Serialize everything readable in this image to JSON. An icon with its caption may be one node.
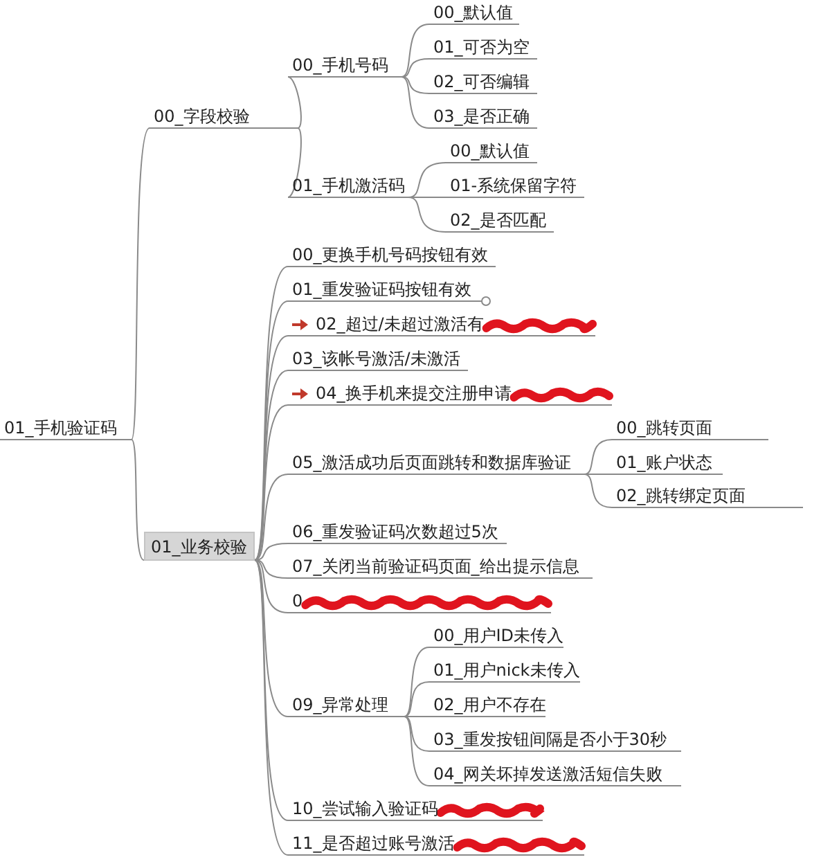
{
  "diagram": {
    "nodes": [
      {
        "text": [
          "01_手机验证码"
        ]
      },
      {
        "text": [
          "00_字段校验"
        ]
      },
      {
        "text": [
          "00_手机号码"
        ]
      },
      {
        "text": [
          "00_默认值"
        ]
      },
      {
        "text": [
          "01_可否为空"
        ]
      },
      {
        "text": [
          "02_可否编辑"
        ]
      },
      {
        "text": [
          "03_是否正确"
        ]
      },
      {
        "text": [
          "01_手机激活码"
        ]
      },
      {
        "text": [
          "00_默认值"
        ]
      },
      {
        "text": [
          "01-系统保留字符"
        ]
      },
      {
        "text": [
          "02_是否匹配"
        ]
      },
      {
        "text": [
          "01_业务校验"
        ]
      },
      {
        "text": [
          "00_更换手机号码按钮有效"
        ]
      },
      {
        "text": [
          "01_重发验证码按钮有效"
        ]
      },
      {
        "text": [
          "02_超过/未超过激活有"
        ]
      },
      {
        "text": [
          "03_该帐号激活/未激活"
        ]
      },
      {
        "text": [
          "04_换手机来提交注册申请"
        ]
      },
      {
        "text": [
          "05_激活成功后页面跳转和数据库验证"
        ]
      },
      {
        "text": [
          "00_跳转页面"
        ]
      },
      {
        "text": [
          "01_账户状态"
        ]
      },
      {
        "text": [
          "02_跳转绑定页面"
        ]
      },
      {
        "text": [
          "06_重发验证码次数超过5次"
        ]
      },
      {
        "text": [
          "07_关闭当前验证码页面_给出提示信息"
        ]
      },
      {
        "text": [
          "0"
        ]
      },
      {
        "text": [
          "09_异常处理"
        ]
      },
      {
        "text": [
          "00_用户ID未传入"
        ]
      },
      {
        "text": [
          "01_用户nick未传入"
        ]
      },
      {
        "text": [
          "02_用户不存在"
        ]
      },
      {
        "text": [
          "03_重发按钮间隔是否小于30秒"
        ]
      },
      {
        "text": [
          "04_网关坏掉发送激活短信失败"
        ]
      },
      {
        "text": [
          "10_尝试输入验证码"
        ]
      },
      {
        "text": [
          "11_是否超过账号激活"
        ]
      }
    ],
    "edges": [
      {
        "from": 0,
        "to": 1,
        "arrow": "none"
      },
      {
        "from": 1,
        "to": 2,
        "arrow": "none"
      },
      {
        "from": 2,
        "to": 3,
        "arrow": "none"
      },
      {
        "from": 2,
        "to": 4,
        "arrow": "none"
      },
      {
        "from": 2,
        "to": 5,
        "arrow": "none"
      },
      {
        "from": 2,
        "to": 6,
        "arrow": "none"
      },
      {
        "from": 1,
        "to": 7,
        "arrow": "none"
      },
      {
        "from": 7,
        "to": 8,
        "arrow": "none"
      },
      {
        "from": 7,
        "to": 9,
        "arrow": "none"
      },
      {
        "from": 7,
        "to": 10,
        "arrow": "none"
      },
      {
        "from": 0,
        "to": 11,
        "arrow": "none"
      },
      {
        "from": 11,
        "to": 12,
        "arrow": "none"
      },
      {
        "from": 11,
        "to": 13,
        "arrow": "none"
      },
      {
        "from": 11,
        "to": 14,
        "arrow": "none"
      },
      {
        "from": 11,
        "to": 15,
        "arrow": "none"
      },
      {
        "from": 11,
        "to": 16,
        "arrow": "none"
      },
      {
        "from": 11,
        "to": 17,
        "arrow": "none"
      },
      {
        "from": 17,
        "to": 18,
        "arrow": "none"
      },
      {
        "from": 17,
        "to": 19,
        "arrow": "none"
      },
      {
        "from": 17,
        "to": 20,
        "arrow": "none"
      },
      {
        "from": 11,
        "to": 21,
        "arrow": "none"
      },
      {
        "from": 11,
        "to": 22,
        "arrow": "none"
      },
      {
        "from": 11,
        "to": 23,
        "arrow": "none"
      },
      {
        "from": 11,
        "to": 24,
        "arrow": "none"
      },
      {
        "from": 24,
        "to": 25,
        "arrow": "none"
      },
      {
        "from": 24,
        "to": 26,
        "arrow": "none"
      },
      {
        "from": 24,
        "to": 27,
        "arrow": "none"
      },
      {
        "from": 24,
        "to": 28,
        "arrow": "none"
      },
      {
        "from": 24,
        "to": 29,
        "arrow": "none"
      },
      {
        "from": 11,
        "to": 30,
        "arrow": "none"
      },
      {
        "from": 11,
        "to": 31,
        "arrow": "none"
      }
    ]
  }
}
